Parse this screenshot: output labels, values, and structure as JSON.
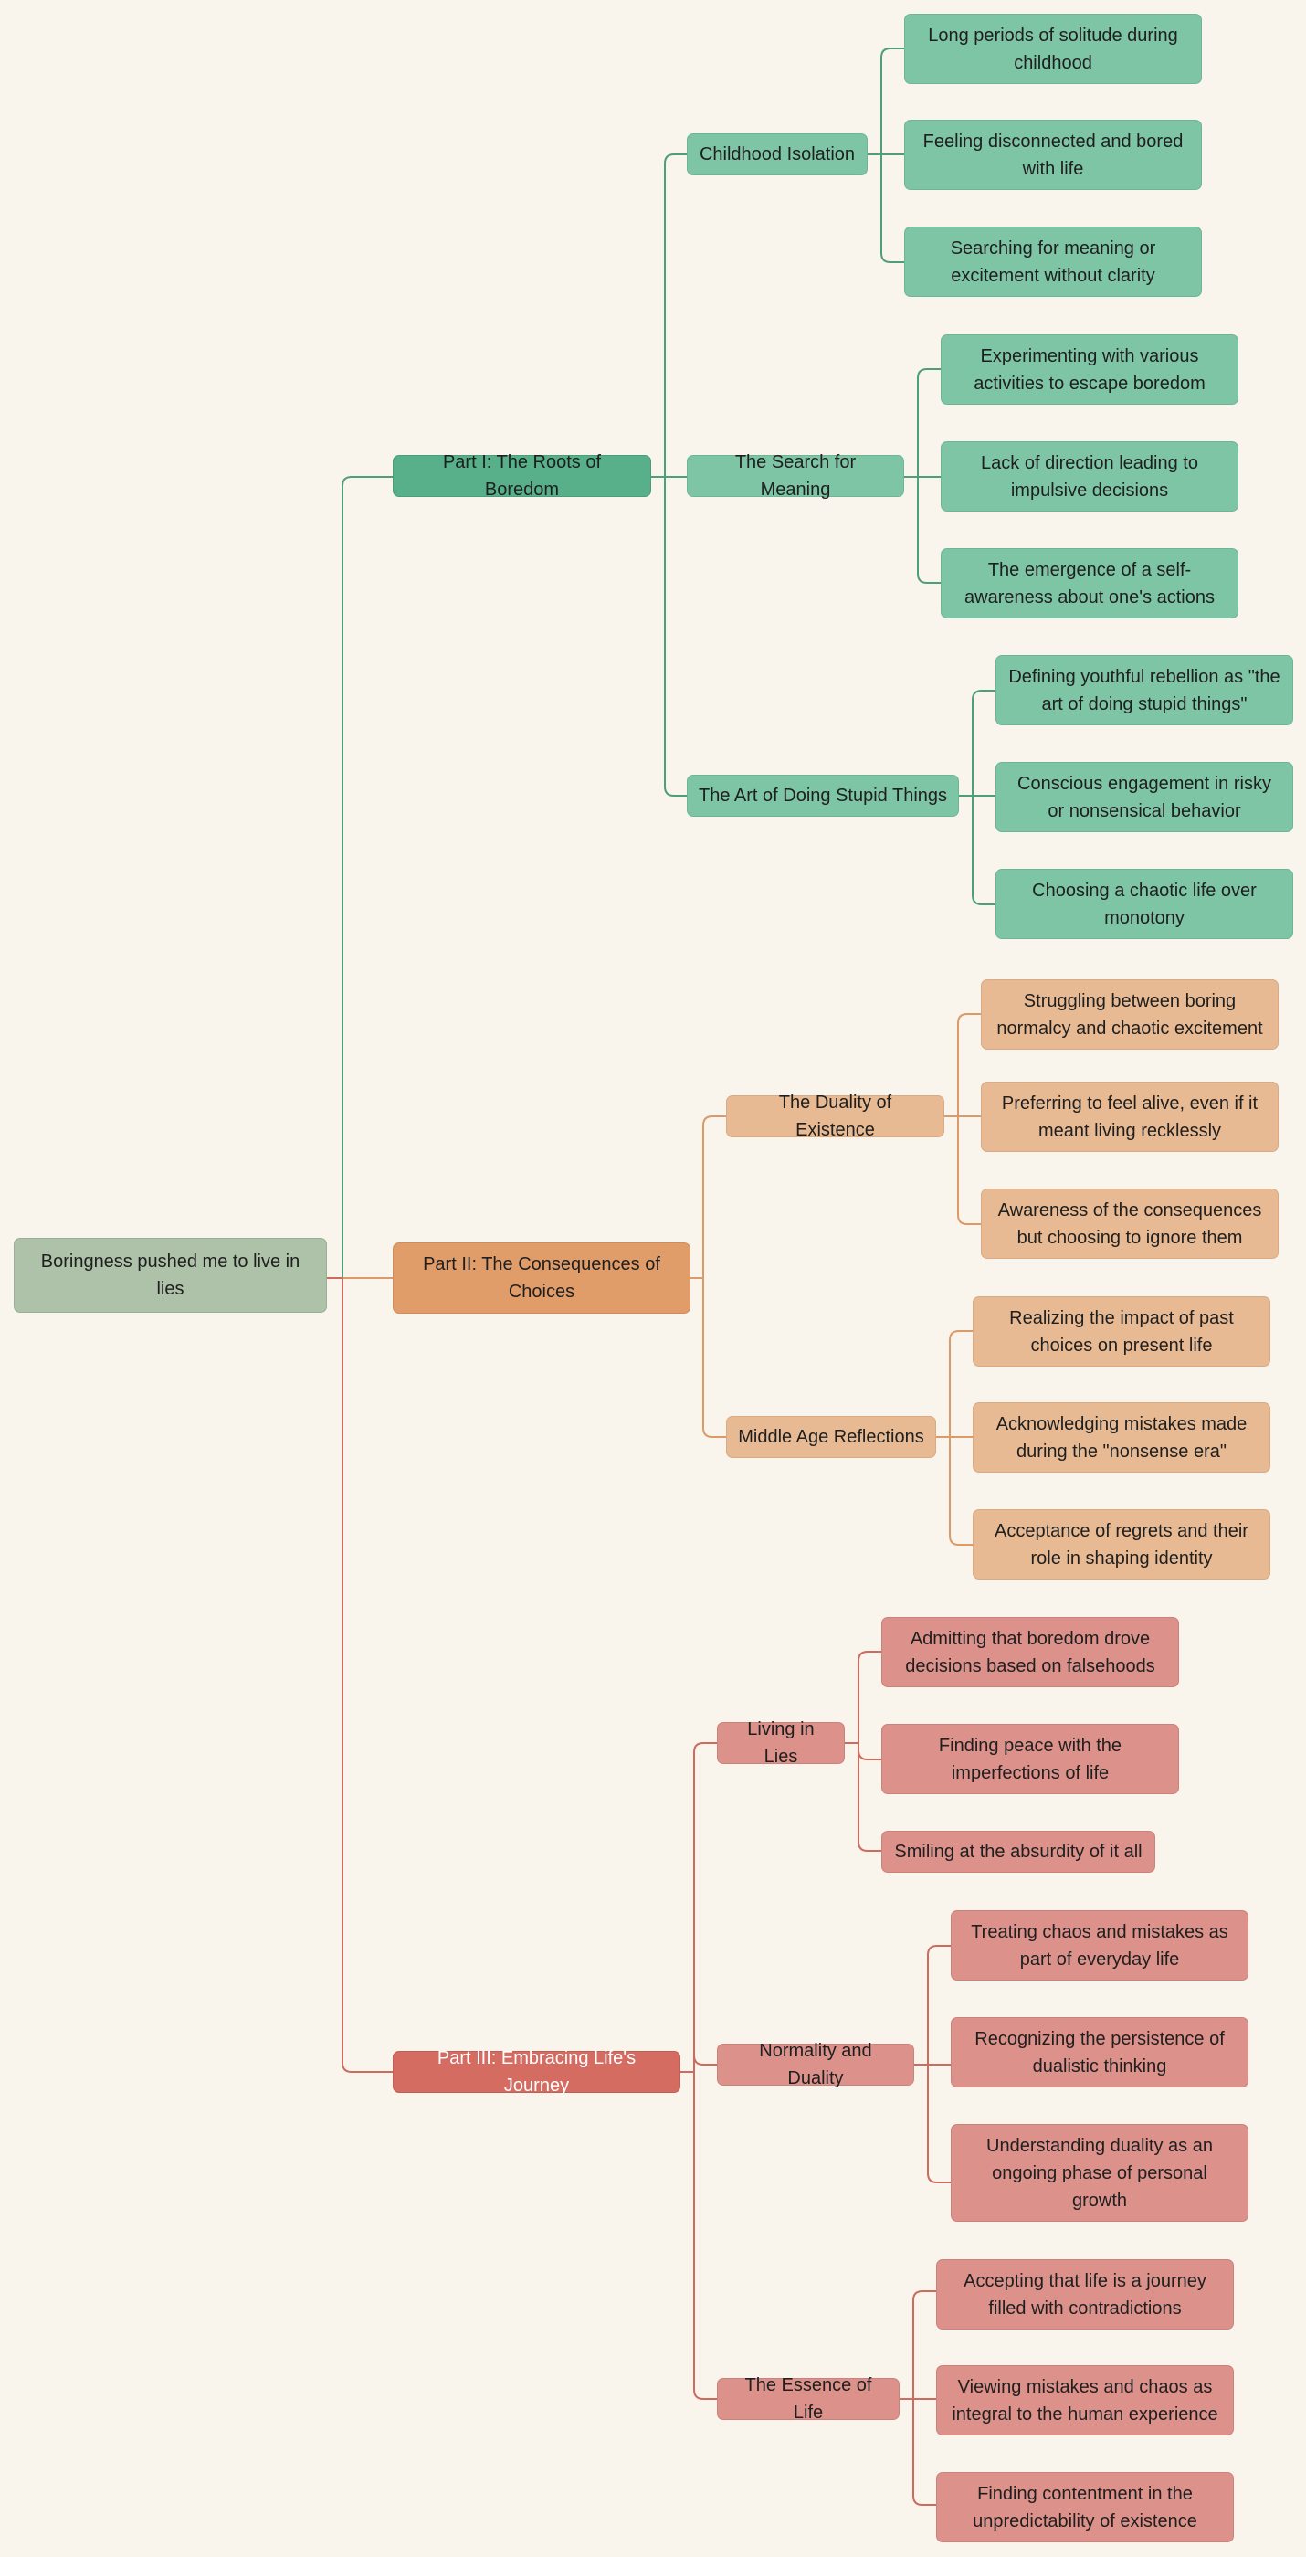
{
  "colors": {
    "background": "#f9f4ec",
    "green_line": "#4e9e7a",
    "orange_line": "#dc9a68",
    "red_line": "#cf6a5e"
  },
  "root": {
    "label": "Boringness pushed me to live in lies"
  },
  "parts": [
    {
      "label": "Part I: The Roots of Boredom",
      "topics": [
        {
          "label": "Childhood Isolation",
          "items": [
            "Long periods of solitude during childhood",
            "Feeling disconnected and bored with life",
            "Searching for meaning or excitement without clarity"
          ]
        },
        {
          "label": "The Search for Meaning",
          "items": [
            "Experimenting with various activities to escape boredom",
            "Lack of direction leading to impulsive decisions",
            "The emergence of a self-awareness about one's actions"
          ]
        },
        {
          "label": "The Art of Doing Stupid Things",
          "items": [
            "Defining youthful rebellion as \"the art of doing stupid things\"",
            "Conscious engagement in risky or nonsensical behavior",
            "Choosing a chaotic life over monotony"
          ]
        }
      ]
    },
    {
      "label": "Part II: The Consequences of Choices",
      "topics": [
        {
          "label": "The Duality of Existence",
          "items": [
            "Struggling between boring normalcy and chaotic excitement",
            "Preferring to feel alive, even if it meant living recklessly",
            "Awareness of the consequences but choosing to ignore them"
          ]
        },
        {
          "label": "Middle Age Reflections",
          "items": [
            "Realizing the impact of past choices on present life",
            "Acknowledging mistakes made during the \"nonsense era\"",
            "Acceptance of regrets and their role in shaping identity"
          ]
        }
      ]
    },
    {
      "label": "Part III: Embracing Life's Journey",
      "topics": [
        {
          "label": "Living in Lies",
          "items": [
            "Admitting that boredom drove decisions based on falsehoods",
            "Finding peace with the imperfections of life",
            "Smiling at the absurdity of it all"
          ]
        },
        {
          "label": "Normality and Duality",
          "items": [
            "Treating chaos and mistakes as part of everyday life",
            "Recognizing the persistence of dualistic thinking",
            "Understanding duality as an ongoing phase of personal growth"
          ]
        },
        {
          "label": "The Essence of Life",
          "items": [
            "Accepting that life is a journey filled with contradictions",
            "Viewing mistakes and chaos as integral to the human experience",
            "Finding contentment in the unpredictability of existence"
          ]
        }
      ]
    }
  ]
}
